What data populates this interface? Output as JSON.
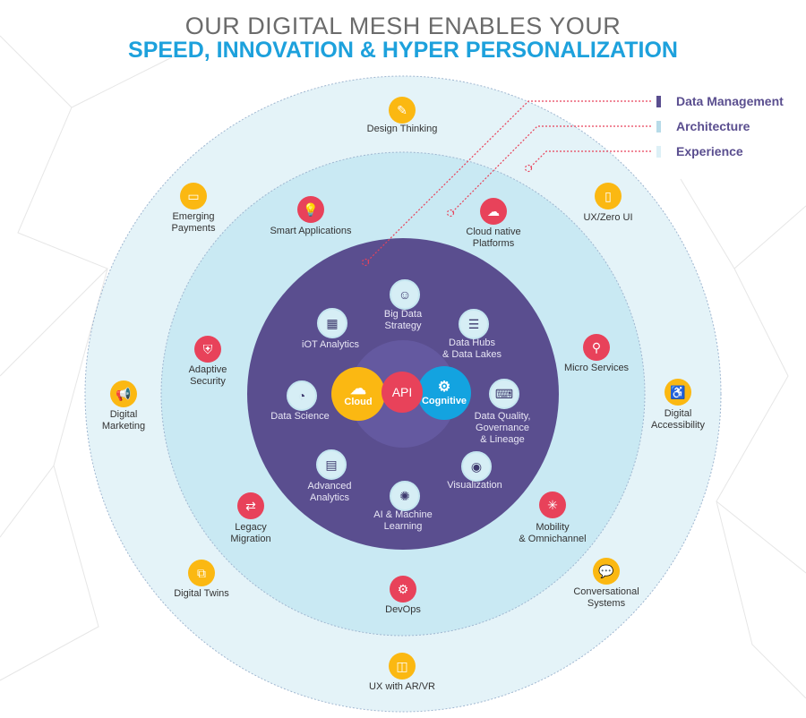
{
  "title": {
    "line1": "OUR DIGITAL MESH ENABLES YOUR",
    "line2": "SPEED, INNOVATION & HYPER PERSONALIZATION"
  },
  "legend": [
    {
      "label": "Data Management",
      "color": "#5a4e8f"
    },
    {
      "label": "Architecture",
      "color": "#b7dbe8"
    },
    {
      "label": "Experience",
      "color": "#ddf0f6"
    }
  ],
  "core": {
    "cloud": "Cloud",
    "api": "API",
    "cognitive": "Cognitive"
  },
  "outer": [
    {
      "label": "Design Thinking",
      "icon": "pencil-icon"
    },
    {
      "label": "Emerging\nPayments",
      "icon": "payment-card-icon"
    },
    {
      "label": "UX/Zero UI",
      "icon": "smartphone-icon"
    },
    {
      "label": "Digital\nMarketing",
      "icon": "megaphone-icon"
    },
    {
      "label": "Digital\nAccessibility",
      "icon": "accessibility-icon"
    },
    {
      "label": "Digital Twins",
      "icon": "twins-icon"
    },
    {
      "label": "Conversational\nSystems",
      "icon": "chat-bubbles-icon"
    },
    {
      "label": "UX with AR/VR",
      "icon": "vr-headset-icon"
    }
  ],
  "middle": [
    {
      "label": "Smart Applications",
      "icon": "lightbulb-icon"
    },
    {
      "label": "Cloud native\nPlatforms",
      "icon": "cloud-icon"
    },
    {
      "label": "Adaptive\nSecurity",
      "icon": "shield-icon"
    },
    {
      "label": "Micro Services",
      "icon": "microservices-icon"
    },
    {
      "label": "Legacy\nMigration",
      "icon": "migration-icon"
    },
    {
      "label": "Mobility\n& Omnichannel",
      "icon": "network-icon"
    },
    {
      "label": "DevOps",
      "icon": "gear-icon"
    }
  ],
  "inner": [
    {
      "label": "Big Data\nStrategy",
      "icon": "head-gears-icon"
    },
    {
      "label": "iOT Analytics",
      "icon": "iot-icon"
    },
    {
      "label": "Data Hubs\n& Data Lakes",
      "icon": "server-icon"
    },
    {
      "label": "Data Science",
      "icon": "pie-chart-icon"
    },
    {
      "label": "Data Quality,\nGovernance\n& Lineage",
      "icon": "laptop-chart-icon"
    },
    {
      "label": "Advanced\nAnalytics",
      "icon": "presentation-icon"
    },
    {
      "label": "Visualization",
      "icon": "eye-icon"
    },
    {
      "label": "AI & Machine\nLearning",
      "icon": "brain-icon"
    }
  ]
}
